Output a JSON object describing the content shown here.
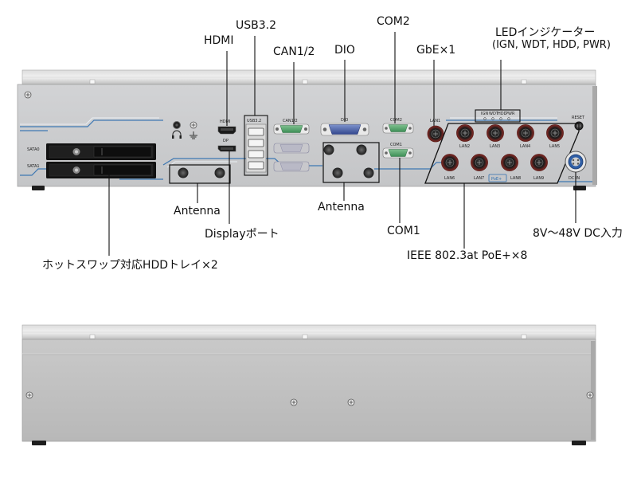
{
  "callouts": {
    "hdmi": "HDMI",
    "usb32": "USB3.2",
    "can12": "CAN1/2",
    "dio": "DIO",
    "com2": "COM2",
    "gbe": "GbE×1",
    "led_title": "LEDインジケーター",
    "led_sub": "(IGN, WDT, HDD, PWR)",
    "antenna_left": "Antenna",
    "antenna_center": "Antenna",
    "displayport": "Displayポート",
    "com1": "COM1",
    "poe": "IEEE 802.3at PoE+×8",
    "dc": "8V〜48V DC入力",
    "hotswap": "ホットスワップ対応HDDトレイ×2"
  },
  "panel": {
    "sata0": "SATA0",
    "sata1": "SATA1",
    "hdmi": "HDMI",
    "dp": "DP",
    "usb": "USB3.2",
    "can": "CAN1/2",
    "dio": "DIO",
    "com2": "COM2",
    "com1": "COM1",
    "lan1": "LAN1",
    "lan2": "LAN2",
    "lan3": "LAN3",
    "lan4": "LAN4",
    "lan5": "LAN5",
    "lan6": "LAN6",
    "lan7": "LAN7",
    "lan8": "LAN8",
    "lan9": "LAN9",
    "poe": "PoE+",
    "led_ign": "IGN",
    "led_wdt": "WDT",
    "led_hdd": "HDD",
    "led_pwr": "PWR",
    "reset": "RESET",
    "dcin": "DC IN"
  }
}
